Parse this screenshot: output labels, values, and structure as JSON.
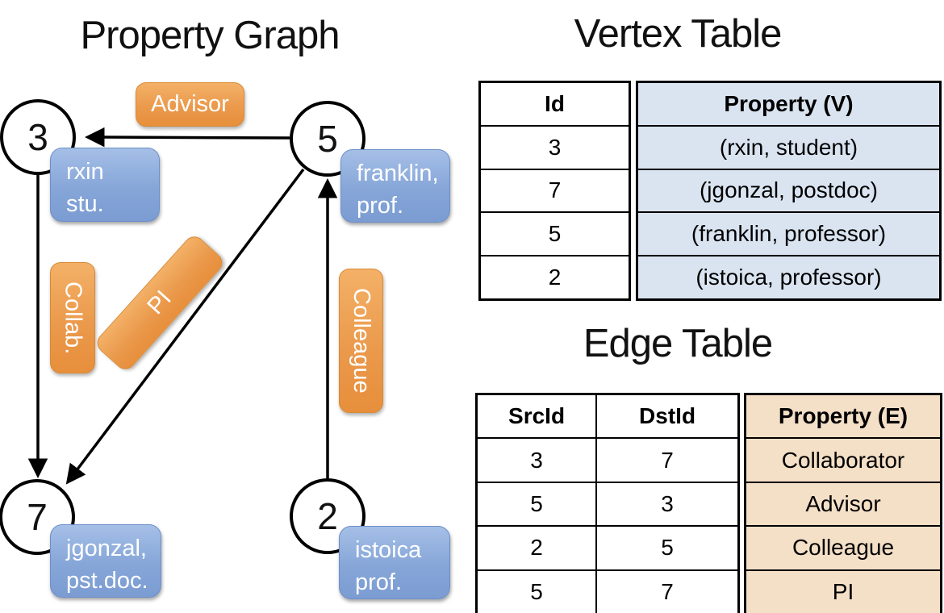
{
  "graph": {
    "title": "Property Graph",
    "nodes": [
      {
        "id": "3",
        "property_lines": [
          "rxin",
          "stu."
        ]
      },
      {
        "id": "5",
        "property_lines": [
          "franklin,",
          "prof."
        ]
      },
      {
        "id": "7",
        "property_lines": [
          "jgonzal,",
          "pst.doc."
        ]
      },
      {
        "id": "2",
        "property_lines": [
          "istoica",
          "prof."
        ]
      }
    ],
    "edge_labels": {
      "advisor": "Advisor",
      "collab": "Collab.",
      "pi": "PI",
      "colleague": "Colleague"
    }
  },
  "vertex_table": {
    "title": "Vertex Table",
    "columns": [
      "Id",
      "Property (V)"
    ],
    "rows": [
      [
        "3",
        "(rxin, student)"
      ],
      [
        "7",
        "(jgonzal, postdoc)"
      ],
      [
        "5",
        "(franklin, professor)"
      ],
      [
        "2",
        "(istoica, professor)"
      ]
    ]
  },
  "edge_table": {
    "title": "Edge Table",
    "columns": [
      "SrcId",
      "DstId",
      "Property (E)"
    ],
    "rows": [
      [
        "3",
        "7",
        "Collaborator"
      ],
      [
        "5",
        "3",
        "Advisor"
      ],
      [
        "2",
        "5",
        "Colleague"
      ],
      [
        "5",
        "7",
        "PI"
      ]
    ]
  },
  "colors": {
    "edge_label_orange_top": "#f3b167",
    "edge_label_orange_bottom": "#e78f3c",
    "vertex_box_blue_top": "#a5bfe7",
    "vertex_box_blue_bottom": "#7b9cd2",
    "vertex_property_cell_blue": "#dae4f1",
    "edge_property_cell_tan": "#f4dfc7",
    "line_black": "#000000"
  }
}
